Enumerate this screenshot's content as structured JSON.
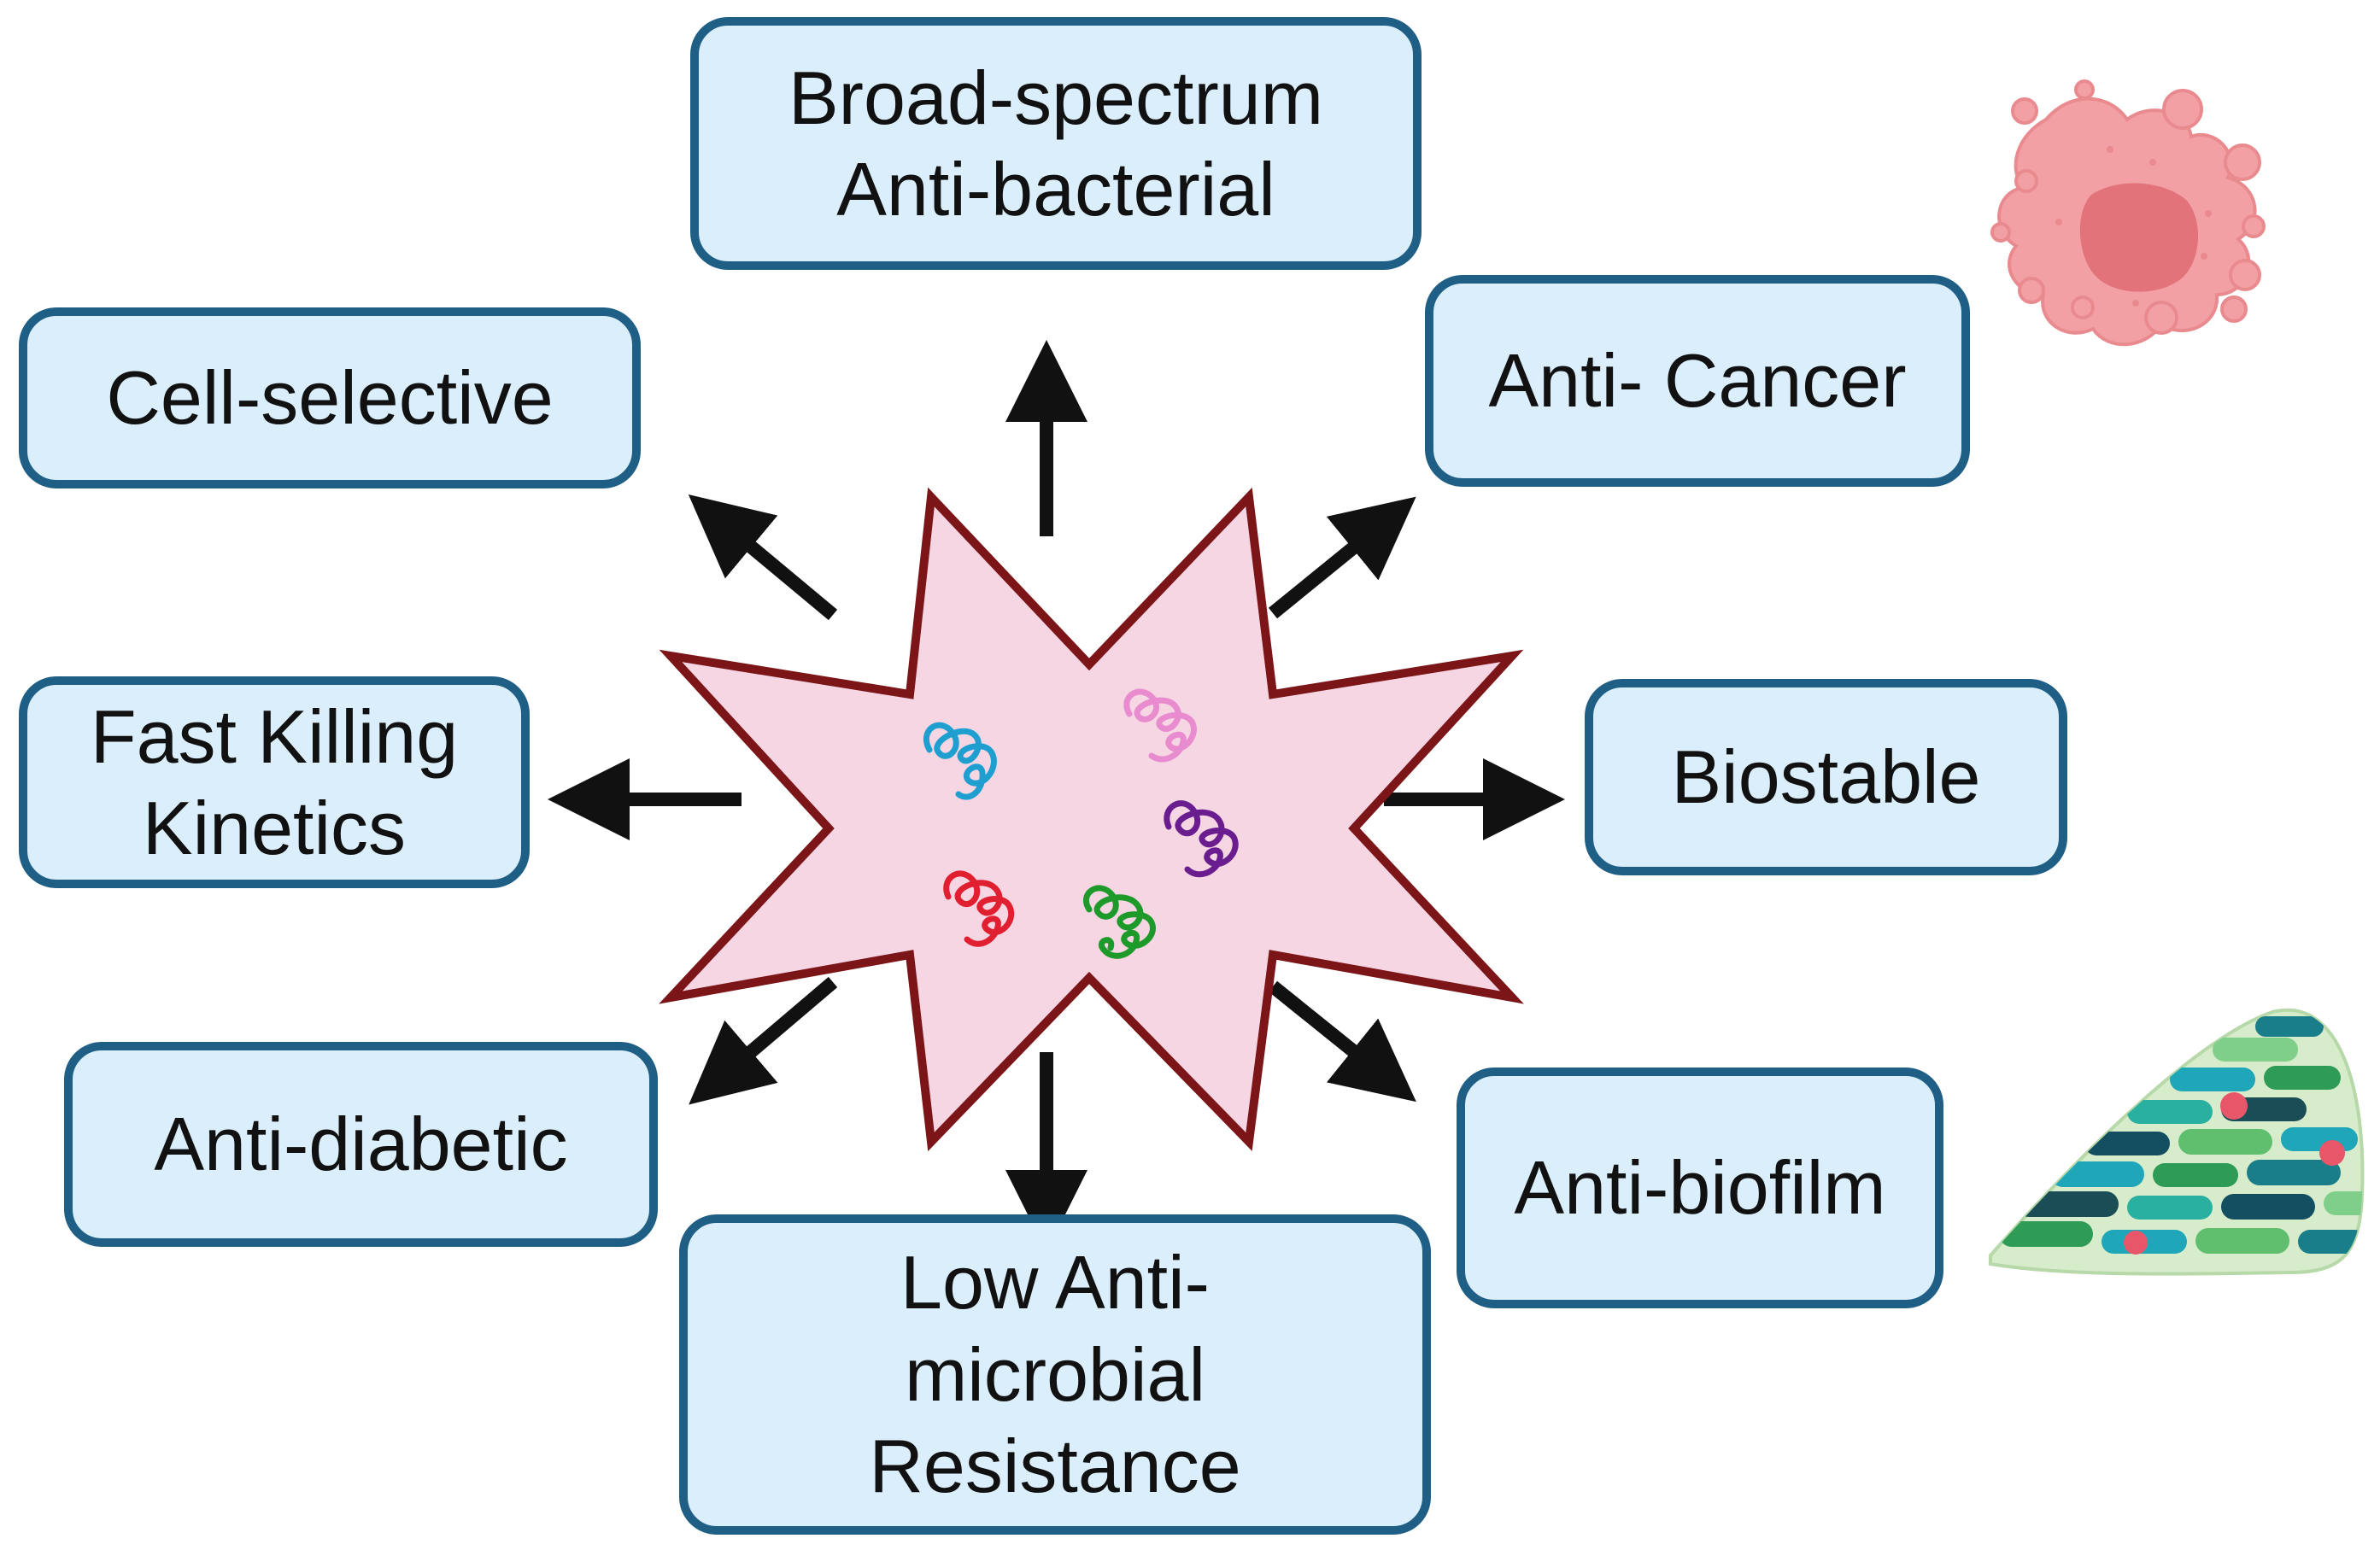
{
  "diagram": {
    "center": {
      "shape": "star-burst",
      "fill": "#f7d6e4",
      "stroke": "#7c1518",
      "peptide_colors": [
        "#1f9fd0",
        "#e88ccf",
        "#6a1d8f",
        "#e02030",
        "#1d9a2a"
      ]
    },
    "boxes": {
      "broad_spectrum": "Broad-spectrum\nAnti-bacterial",
      "cell_selective": "Cell-selective",
      "anti_cancer": "Anti- Cancer",
      "fast_killing": "Fast Killing\nKinetics",
      "biostable": "Biostable",
      "anti_diabetic": "Anti-diabetic",
      "low_amr": "Low Anti-\nmicrobial\nResistance",
      "anti_biofilm": "Anti-biofilm"
    },
    "icons": {
      "cancer_cell": "cancer-cell-icon",
      "biofilm": "biofilm-icon"
    },
    "colors": {
      "box_fill": "#daeefb",
      "box_border": "#1f5e85",
      "arrow": "#111111",
      "cancer_cell": "#f3a0a4",
      "cancer_nucleus": "#e2737a",
      "biofilm_matrix": "#d7eccb"
    }
  }
}
